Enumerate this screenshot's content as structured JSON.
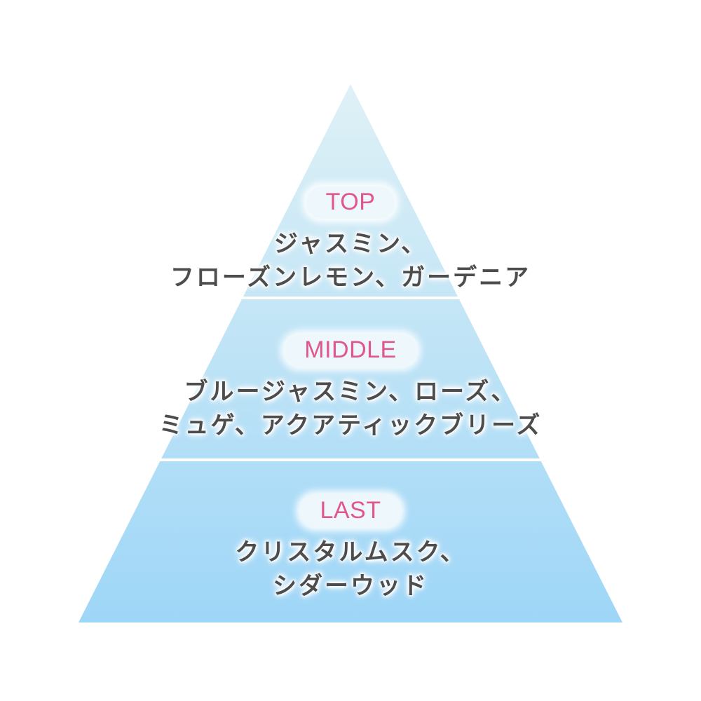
{
  "colors": {
    "background": "#ffffff",
    "pyramid_top": "#dff1f6",
    "pyramid_bottom": "#9ed6f7",
    "divider": "#ffffff",
    "label_text": "#e0578f",
    "note_text": "#4d4d4d",
    "pill_background": "#eef7fc"
  },
  "tiers": [
    {
      "label": "TOP",
      "lines": [
        "ジャスミン、",
        "フローズンレモン、ガーデニア"
      ]
    },
    {
      "label": "MIDDLE",
      "lines": [
        "ブルージャスミン、ローズ、",
        "ミュゲ、アクアティックブリーズ"
      ]
    },
    {
      "label": "LAST",
      "lines": [
        "クリスタルムスク、",
        "シダーウッド"
      ]
    }
  ]
}
